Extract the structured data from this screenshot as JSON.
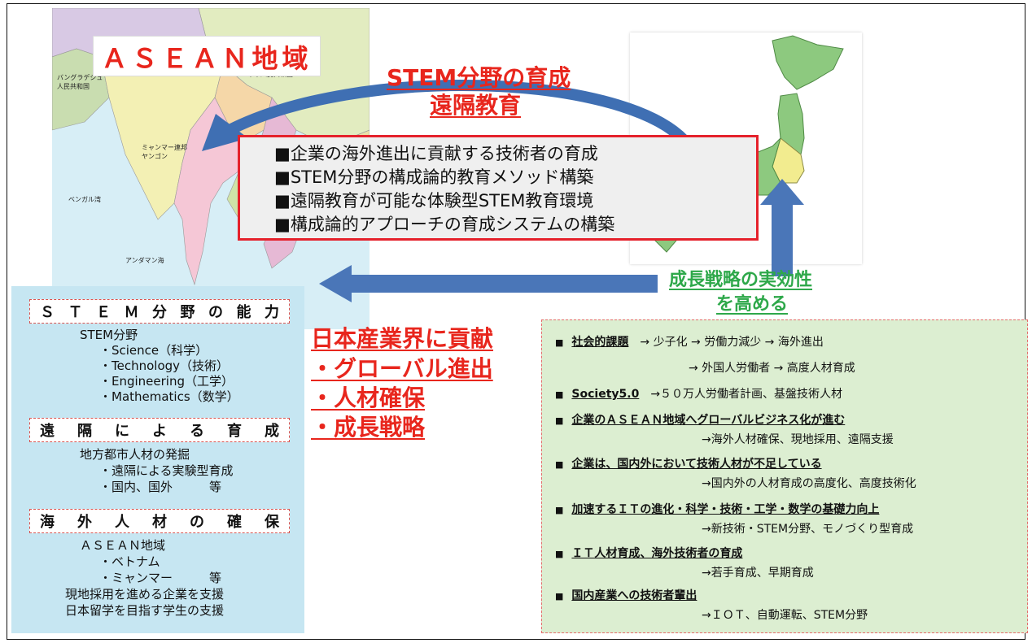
{
  "asean_map": {
    "title": "ＡＳＥＡＮ地域",
    "labels": {
      "china": "中華人民共和国",
      "bangladesh": "バングラデシュ\n人民共和国",
      "myanmar": "ミャンマー連邦\nヤンゴン",
      "bengal": "ベンガル湾",
      "andaman": "アンダマン海"
    }
  },
  "arrow_label": {
    "line1": "STEM分野の育成",
    "line2": "遠隔教育"
  },
  "center_box": {
    "items": [
      "■企業の海外進出に貢献する技術者の育成",
      "■STEM分野の構成論的教育メソッド構築",
      "■遠隔教育が可能な体験型STEM教育環境",
      "■構成論的アプローチの育成システムの構築"
    ]
  },
  "growth_label": {
    "line1": "成長戦略の実効性",
    "line2": "を高める"
  },
  "contribution": {
    "title": "日本産業界に貢献",
    "items": [
      "・グローバル進出",
      "・人材確保",
      "・成長戦略"
    ]
  },
  "left_panel": {
    "sections": [
      {
        "heading": [
          "Ｓ",
          "Ｔ",
          "Ｅ",
          "Ｍ",
          "分",
          "野",
          "の",
          "能",
          "力"
        ],
        "lines": [
          "STEM分野",
          "・Science（科学）",
          "・Technology（技術）",
          "・Engineering（工学）",
          "・Mathematics（数学）"
        ]
      },
      {
        "heading": [
          "遠",
          "隔",
          "に",
          "よ",
          "る",
          "育",
          "成"
        ],
        "lines": [
          "地方都市人材の発掘",
          "・遠隔による実験型育成",
          "・国内、国外　　　等"
        ]
      },
      {
        "heading": [
          "海",
          "外",
          "人",
          "材",
          "の",
          "確",
          "保"
        ],
        "lines": [
          "ＡＳＥＡＮ地域",
          "・ベトナム",
          "・ミャンマー　　　等",
          "現地採用を進める企業を支援",
          "日本留学を目指す学生の支援"
        ]
      }
    ]
  },
  "right_panel": {
    "items": [
      {
        "head": "社会的課題",
        "tail": "　→ 少子化 → 労働力減少 → 海外進出",
        "sub": "→ 外国人労働者 → 高度人材育成"
      },
      {
        "head": "Society5.0",
        "tail": "　→５０万人労働者計画、基盤技術人材",
        "sub": ""
      },
      {
        "head": "企業のＡＳＥＡＮ地域へグローバルビジネス化が進む",
        "tail": "",
        "sub": "→海外人材確保、現地採用、遠隔支援"
      },
      {
        "head": "企業は、国内外において技術人材が不足している",
        "tail": "",
        "sub": "→国内外の人材育成の高度化、高度技術化"
      },
      {
        "head": "加速するＩＴの進化・科学・技術・工学・数学の基礎力向上",
        "tail": "",
        "sub": "→新技術・STEM分野、モノづくり型育成"
      },
      {
        "head": "ＩＴ人材育成、海外技術者の育成",
        "tail": "",
        "sub": "→若手育成、早期育成"
      },
      {
        "head": "国内産業への技術者輩出",
        "tail": "",
        "sub": "→ＩＯＴ、自動運転、STEM分野"
      }
    ]
  },
  "colors": {
    "red": "#e8261d",
    "green": "#2ea84a",
    "arrow": "#3f6fb3",
    "left_bg": "#c6e6f2",
    "right_bg": "#dceed1"
  }
}
